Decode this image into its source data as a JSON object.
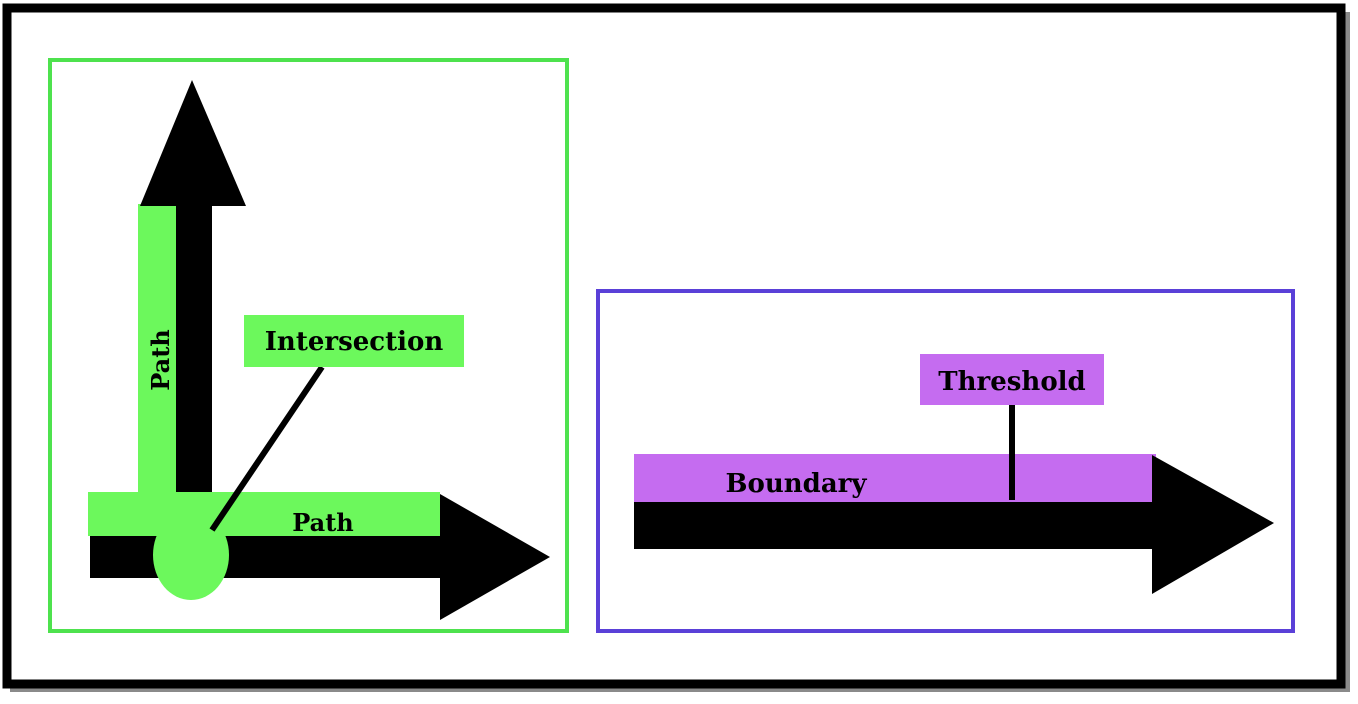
{
  "left_panel": {
    "vertical_label": "Path",
    "horizontal_label": "Path",
    "callout_label": "Intersection"
  },
  "right_panel": {
    "band_label": "Boundary",
    "callout_label": "Threshold"
  },
  "colors": {
    "frame": "#000000",
    "green": "#6cf85c",
    "green_border": "#4ee24e",
    "purple_border": "#5a40d8",
    "purple": "#c56cf0",
    "arrow": "#000000"
  }
}
